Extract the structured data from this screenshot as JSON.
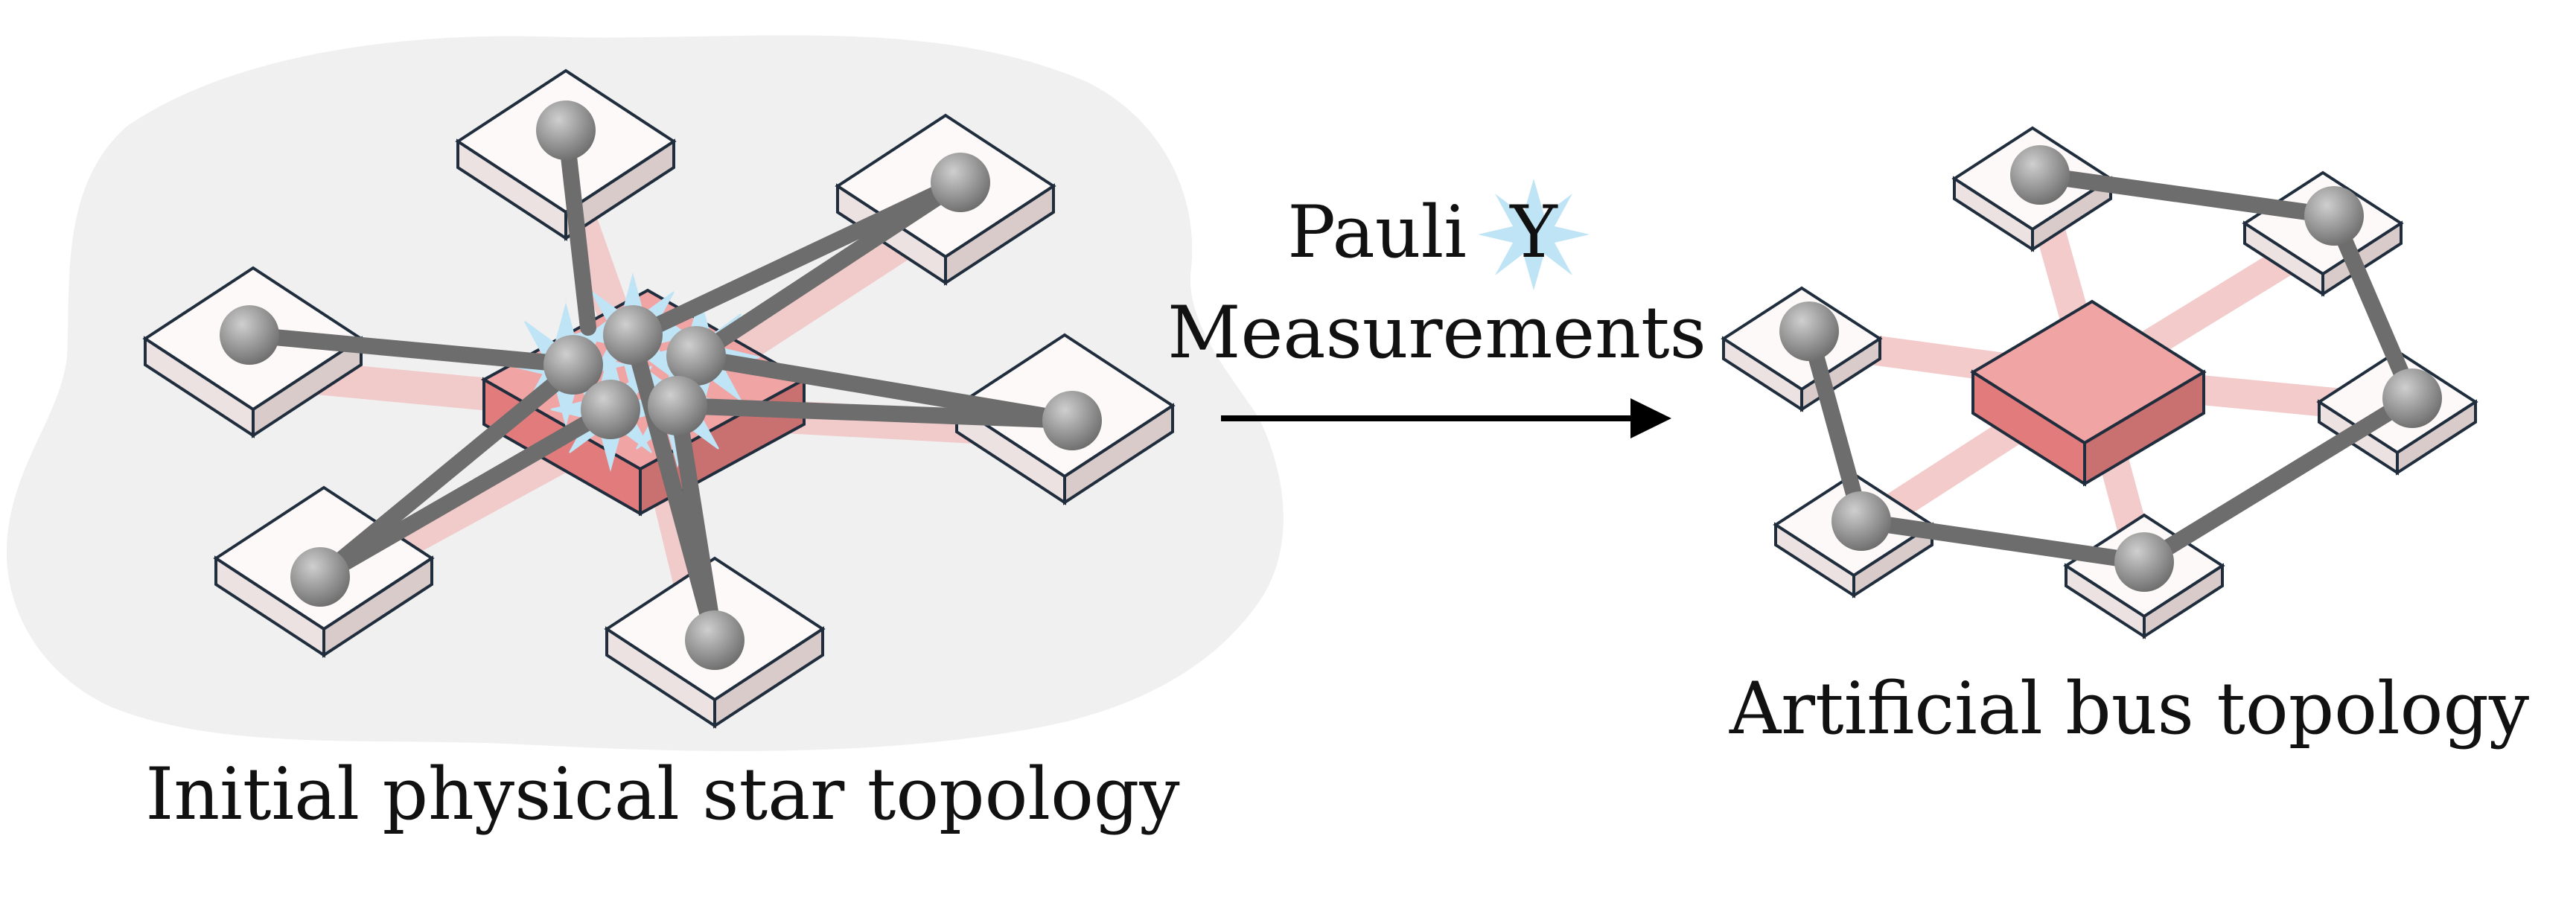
{
  "labels": {
    "left_caption": "Initial physical star topology",
    "right_caption": "Artificial bus topology",
    "arrow_line1_prefix": "Pauli",
    "arrow_line1_symbol": "Y",
    "arrow_line2": "Measurements"
  },
  "colors": {
    "background_blob": "#f0f0f0",
    "hub_top": "#f0a4a4",
    "hub_side": "#c97070",
    "hub_front": "#e27c7c",
    "pad_top": "#fdf9f8",
    "pad_side": "#d8cbca",
    "pad_stroke": "#1f2d3d",
    "pink_link": "#f2c6c6",
    "qubit_link": "#6d6d6d",
    "qubit": "#8f8f8f",
    "burst": "#bfe4f5"
  }
}
